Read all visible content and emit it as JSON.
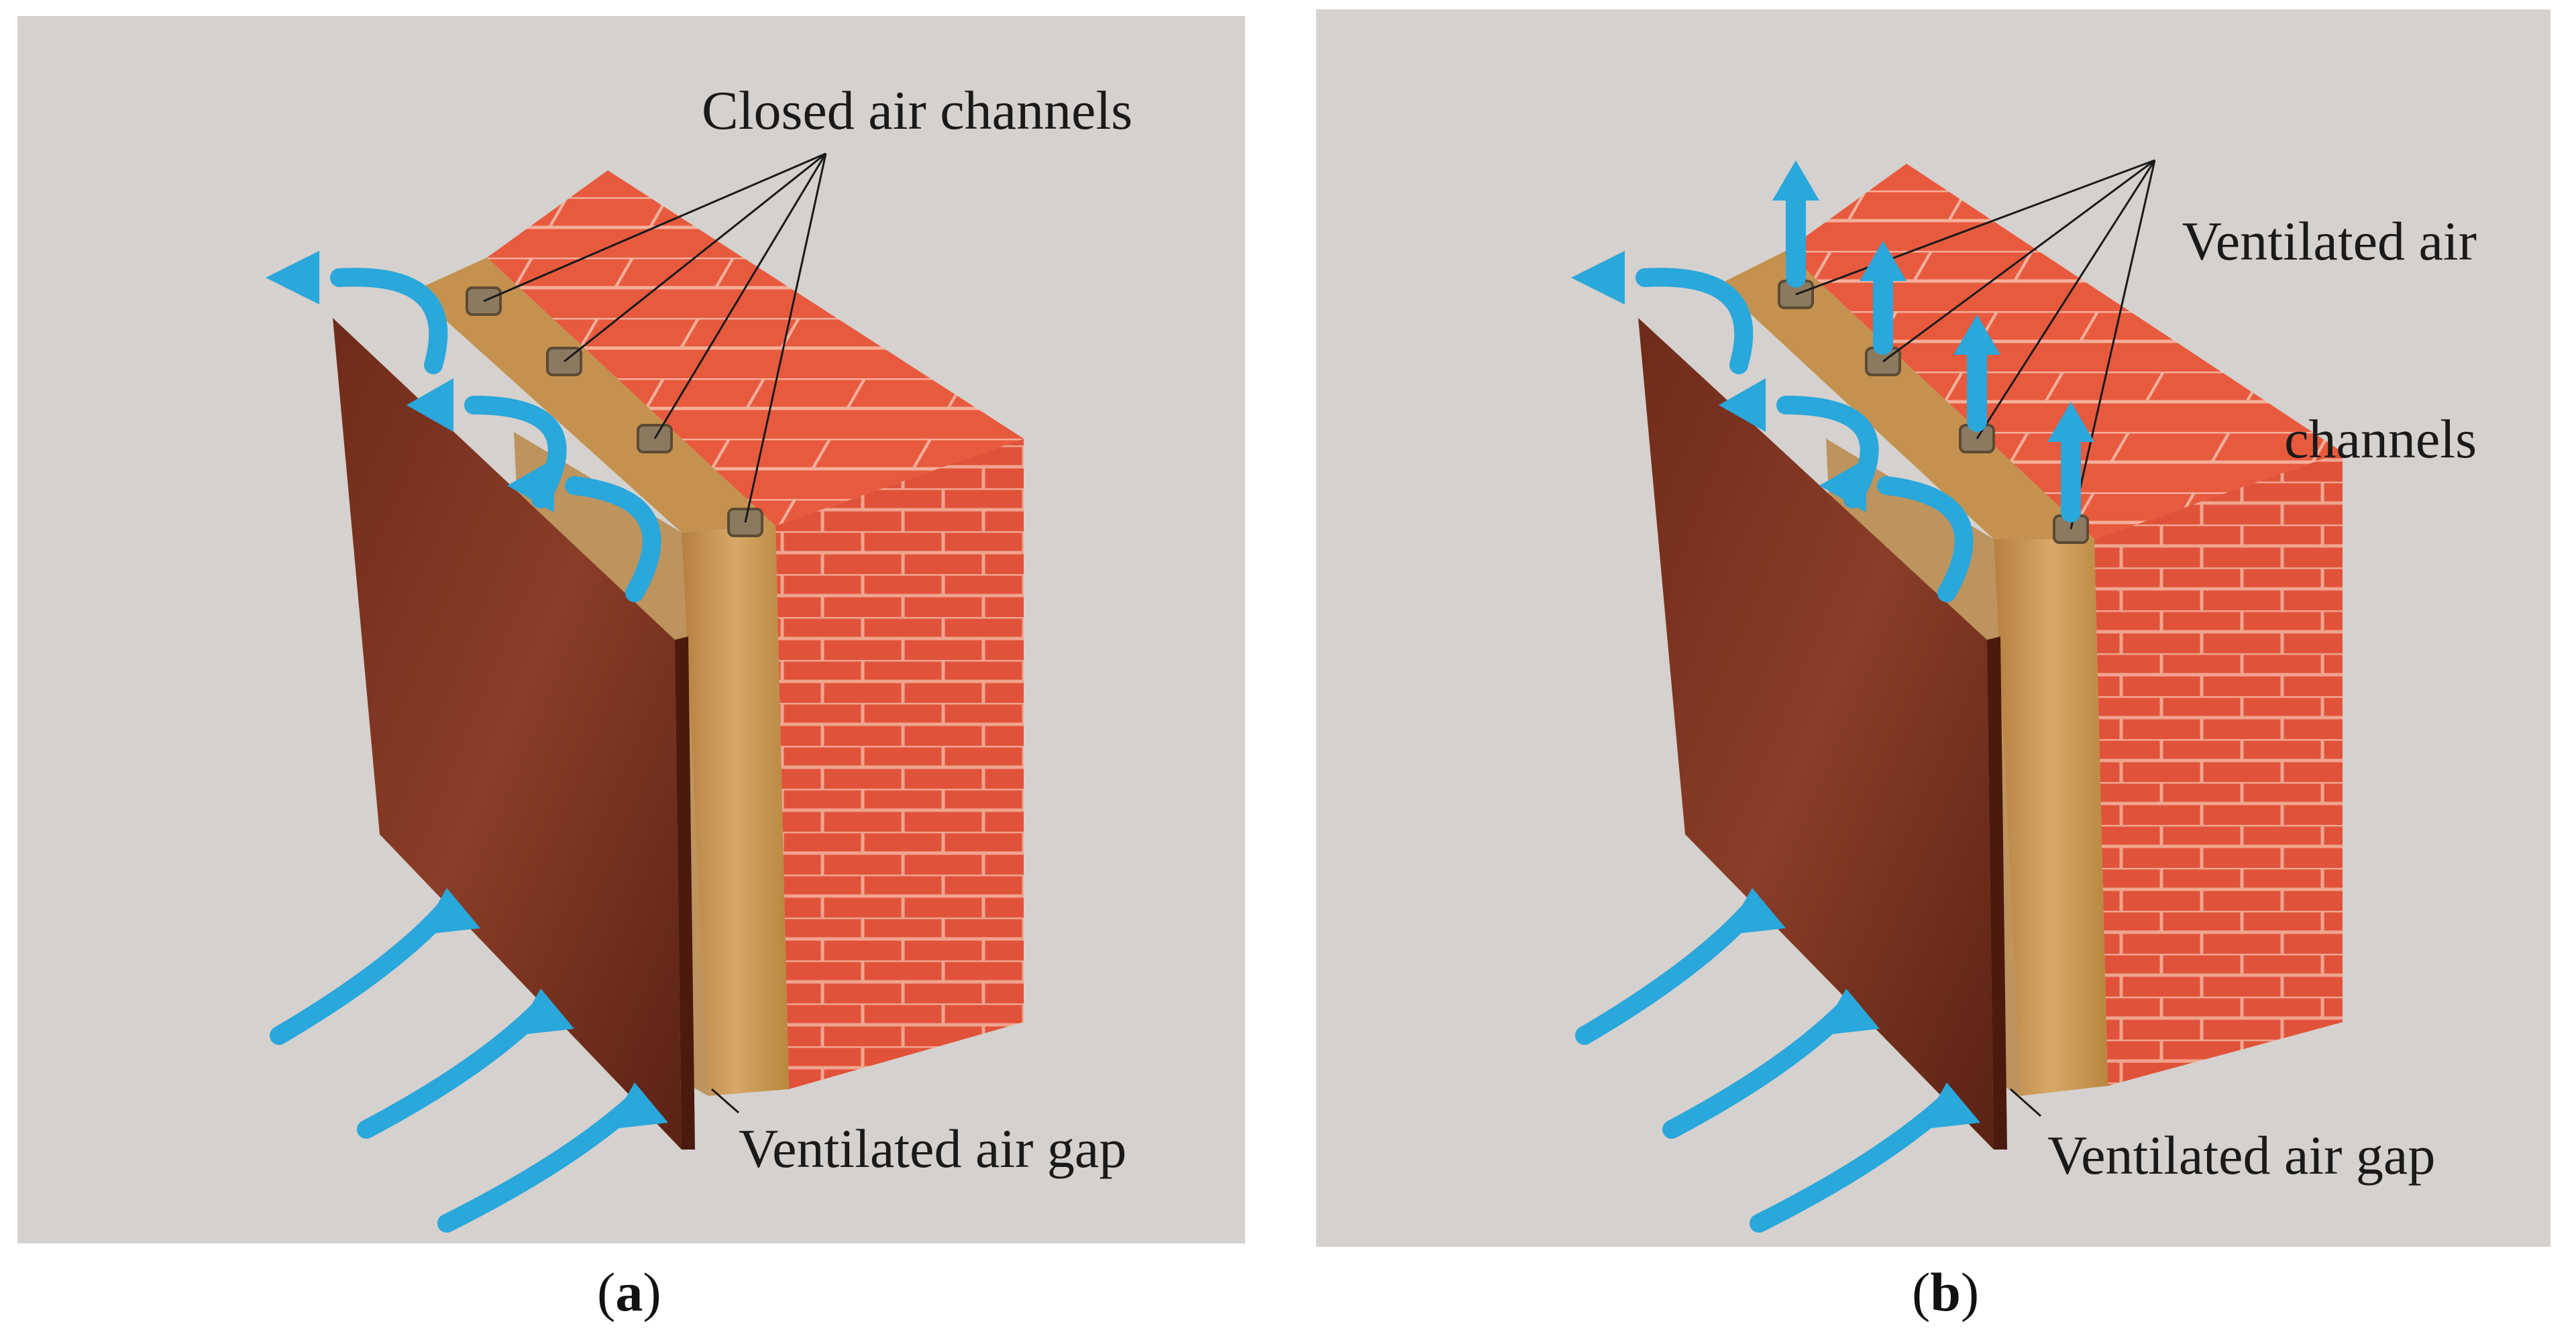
{
  "panel_a": {
    "callout_top": "Closed air channels",
    "callout_bottom": "Ventilated air gap",
    "caption": {
      "open": "(",
      "letter": "a",
      "close": ")"
    }
  },
  "panel_b": {
    "callout_top_line1": "Ventilated air",
    "callout_top_line2": "channels",
    "callout_bottom": "Ventilated air gap",
    "caption": {
      "open": "(",
      "letter": "b",
      "close": ")"
    }
  },
  "colors": {
    "background": "#d5d1ce",
    "brick": "#e2553a",
    "mortar": "#f0a590",
    "insulation": "#c99a55",
    "cladding": "#7a3220",
    "airflow": "#2aa7db"
  }
}
